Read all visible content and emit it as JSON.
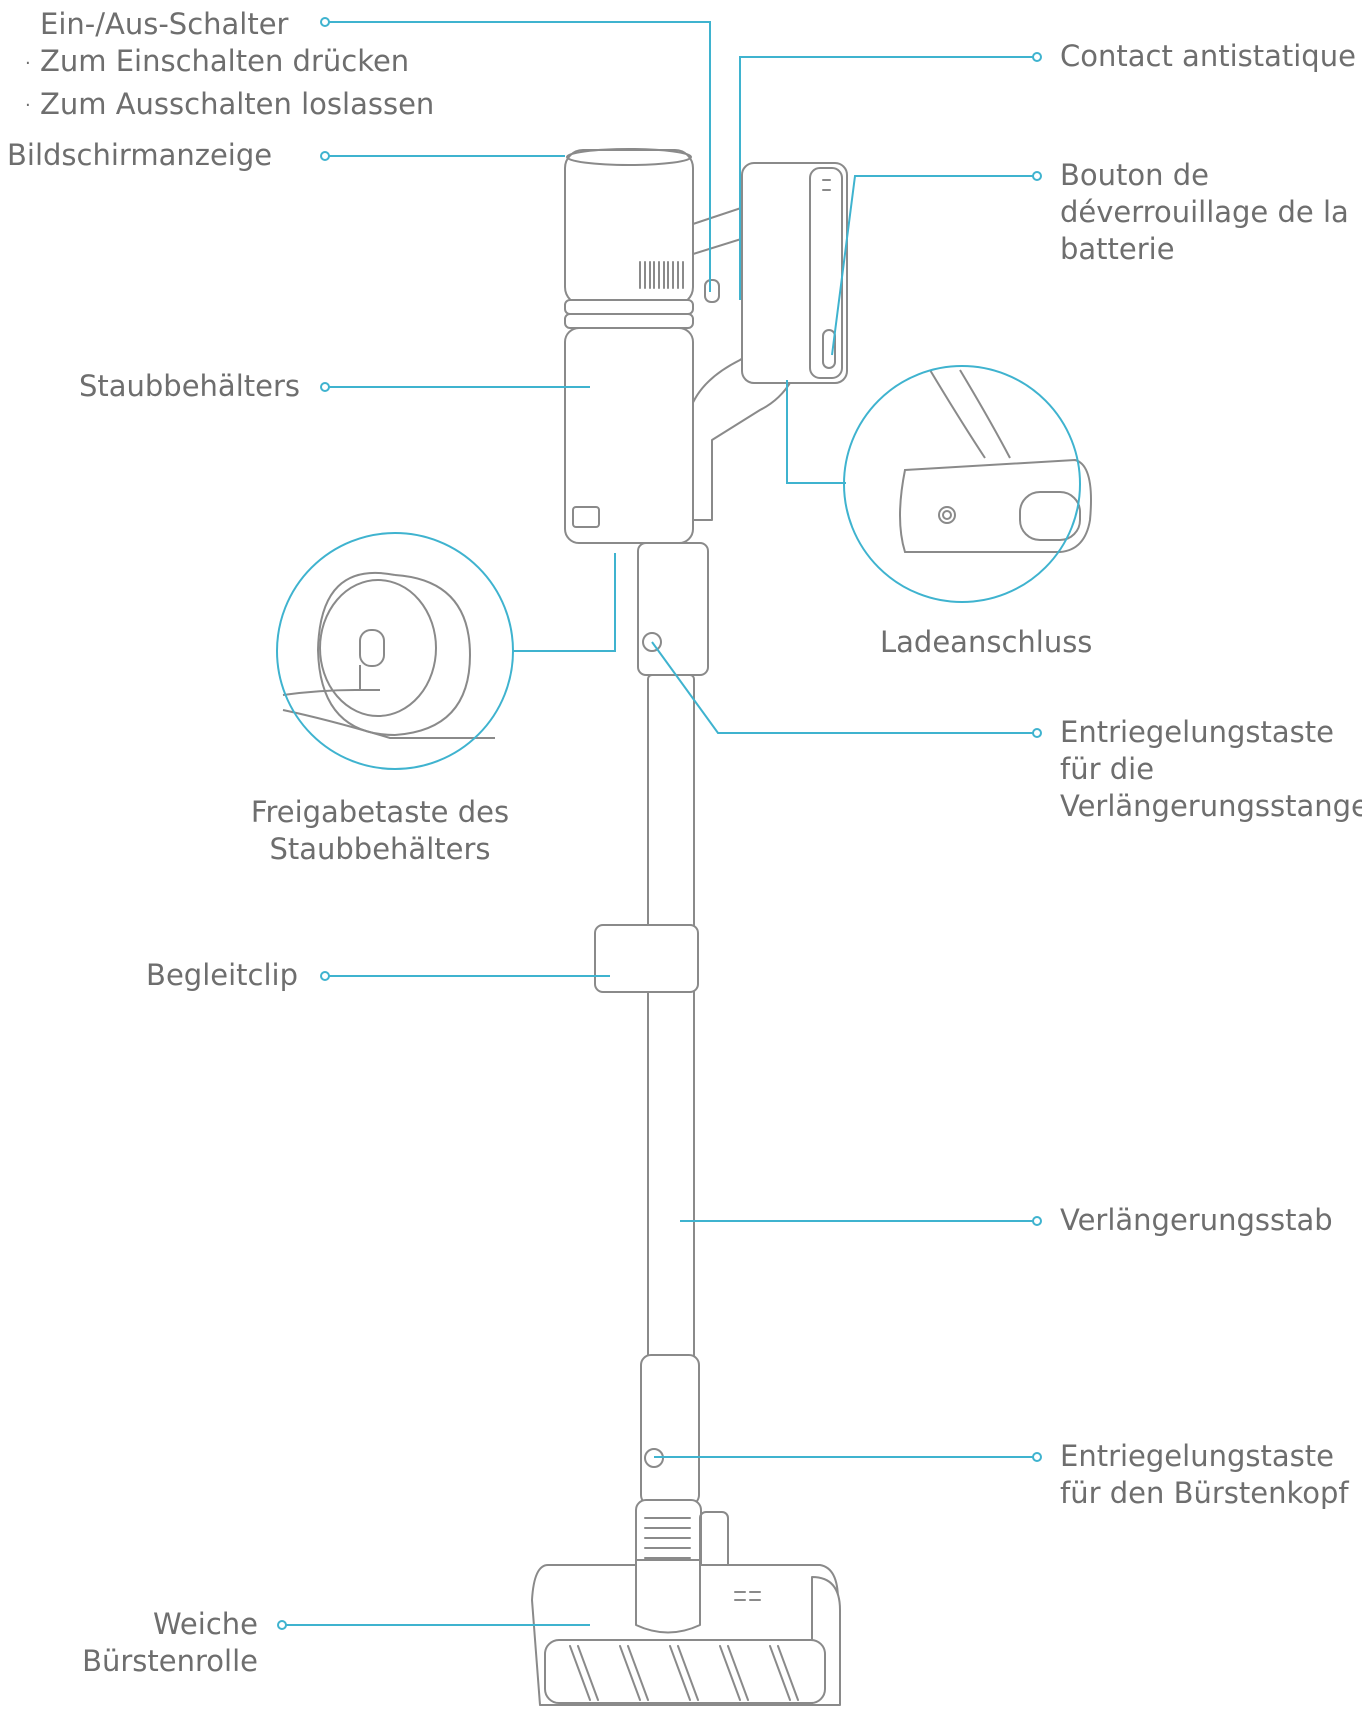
{
  "colors": {
    "leader": "#3fb3cf",
    "outline": "#8a8a8a",
    "text": "#6e6e6e"
  },
  "labels": {
    "power_switch": {
      "title": "Ein-/Aus-Schalter",
      "bullet_symbol": "·",
      "bullets": [
        "Zum Einschalten drücken",
        "Zum Ausschalten loslassen"
      ]
    },
    "display": "Bildschirmanzeige",
    "antistatic_contact": "Contact antistatique",
    "battery_release": [
      "Bouton de",
      "déverrouillage de la",
      "batterie"
    ],
    "dust_bin": "Staubbehälters",
    "charging_port": "Ladeanschluss",
    "dust_bin_release": [
      "Freigabetaste des",
      "Staubbehälters"
    ],
    "extension_release": [
      "Entriegelungstaste",
      "für die",
      "Verlängerungsstange"
    ],
    "accessory_clip": "Begleitclip",
    "extension_rod": "Verlängerungsstab",
    "brush_head_release": [
      "Entriegelungstaste",
      "für den Bürstenkopf"
    ],
    "soft_roller": [
      "Weiche",
      "Bürstenrolle"
    ]
  }
}
